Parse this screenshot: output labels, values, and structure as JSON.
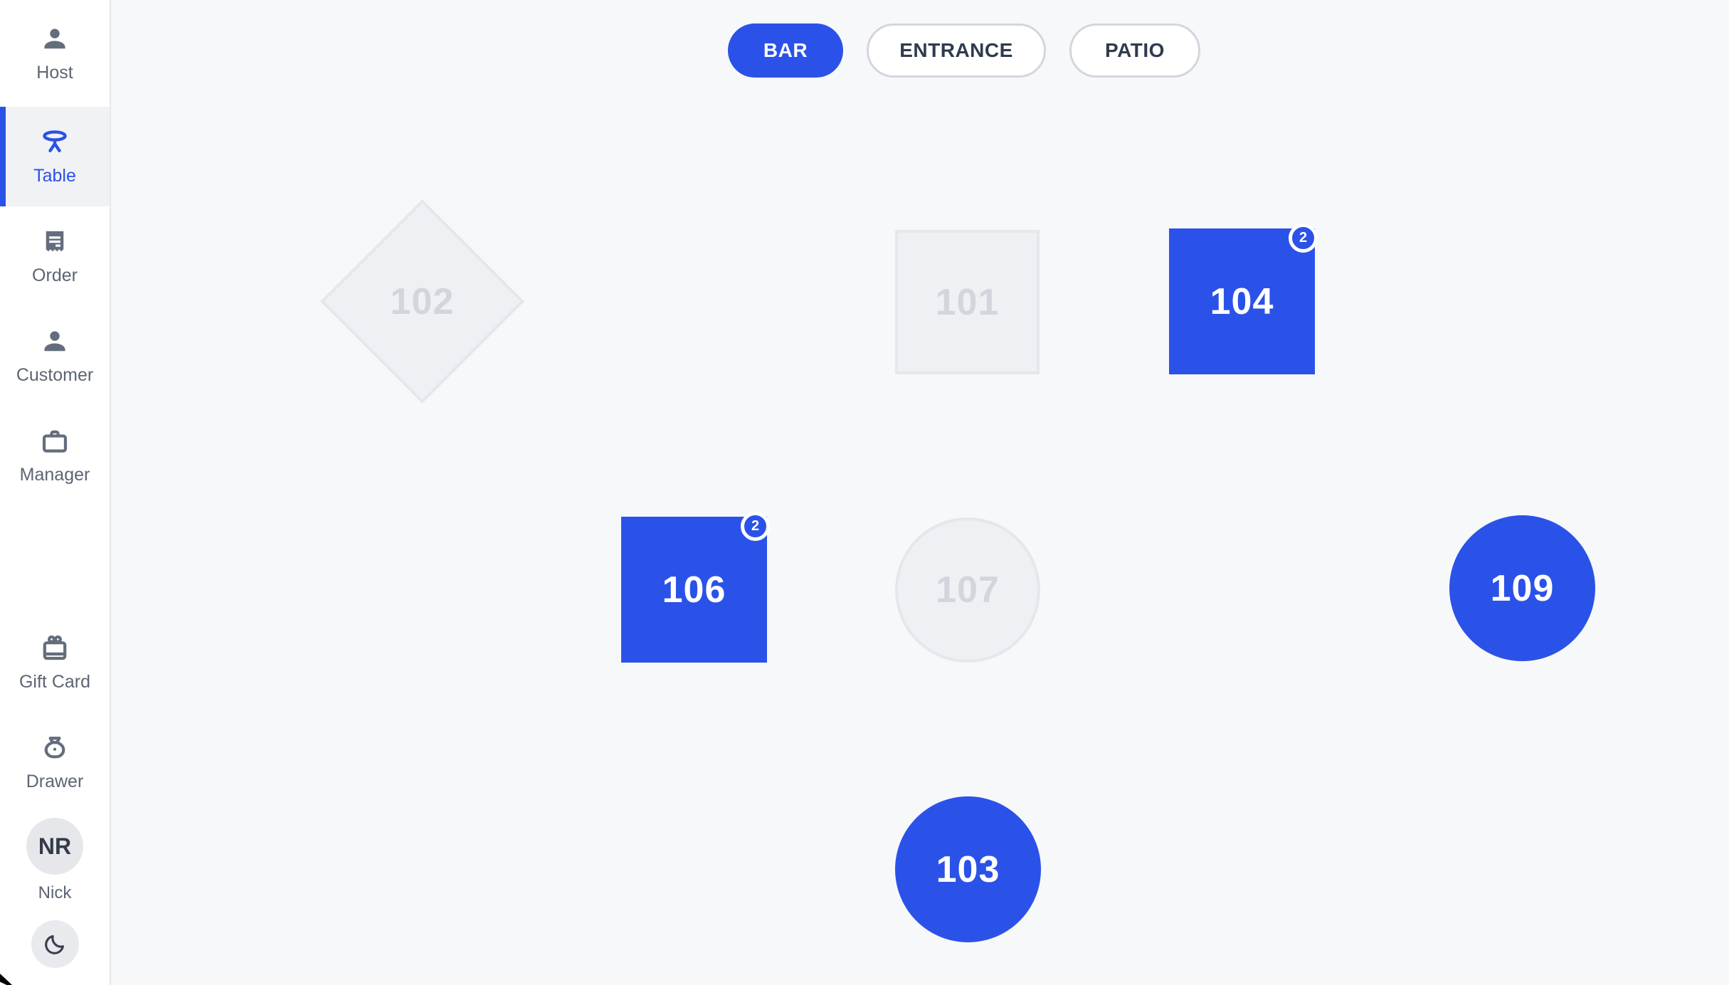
{
  "colors": {
    "accent_blue": "#2b52e8",
    "canvas_background": "#f7f8fa",
    "sidebar_background": "#ffffff",
    "available_fill": "#eef0f3",
    "available_border": "#e4e7ec",
    "available_text": "#d2d5dc",
    "inactive_tab_border": "#d3d6dc",
    "tab_text": "#2f3b4d",
    "sidebar_icon_gray": "#646d7d",
    "sidebar_label_gray": "#5c6573"
  },
  "sidebar": {
    "items": [
      {
        "label": "Host",
        "icon": "person-icon",
        "active": false
      },
      {
        "label": "Table",
        "icon": "table-icon",
        "active": true
      },
      {
        "label": "Order",
        "icon": "receipt-icon",
        "active": false
      },
      {
        "label": "Customer",
        "icon": "person-icon",
        "active": false
      },
      {
        "label": "Manager",
        "icon": "briefcase-icon",
        "active": false
      },
      {
        "label": "Gift Card",
        "icon": "gift-icon",
        "active": false
      },
      {
        "label": "Drawer",
        "icon": "money-bag-icon",
        "active": false
      }
    ],
    "user": {
      "initials": "NR",
      "name": "Nick"
    },
    "theme_toggle_icon": "moon-icon"
  },
  "tabs": [
    {
      "label": "BAR",
      "active": true
    },
    {
      "label": "ENTRANCE",
      "active": false
    },
    {
      "label": "PATIO",
      "active": false
    }
  ],
  "floor": {
    "name": "BAR",
    "tables": [
      {
        "number": "102",
        "shape": "diamond",
        "state": "available",
        "badge": null
      },
      {
        "number": "101",
        "shape": "square",
        "state": "available",
        "badge": null
      },
      {
        "number": "104",
        "shape": "square",
        "state": "occupied",
        "badge": "2"
      },
      {
        "number": "106",
        "shape": "square",
        "state": "occupied",
        "badge": "2"
      },
      {
        "number": "107",
        "shape": "circle",
        "state": "available",
        "badge": null
      },
      {
        "number": "109",
        "shape": "circle",
        "state": "occupied",
        "badge": null
      },
      {
        "number": "103",
        "shape": "circle",
        "state": "occupied",
        "badge": null
      }
    ]
  }
}
